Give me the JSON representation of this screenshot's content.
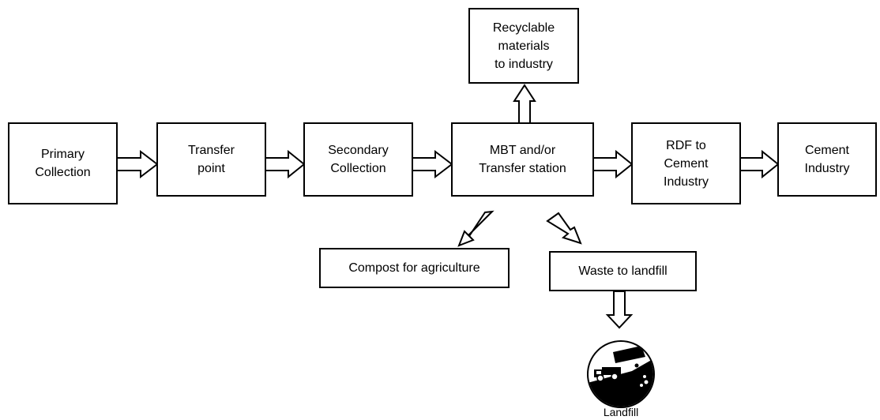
{
  "nodes": {
    "primary": "Primary\nCollection",
    "transfer_point": "Transfer\npoint",
    "secondary": "Secondary\nCollection",
    "mbt": "MBT and/or\nTransfer station",
    "recyclable": "Recyclable\nmaterials\nto industry",
    "rdf": "RDF to\nCement\nIndustry",
    "cement": "Cement\nIndustry",
    "compost": "Compost for agriculture",
    "waste": "Waste to landfill"
  },
  "landfill": {
    "icon": "landfill-truck-icon",
    "label": "Landfill"
  },
  "colors": {
    "line": "#000000",
    "fill": "#ffffff"
  }
}
